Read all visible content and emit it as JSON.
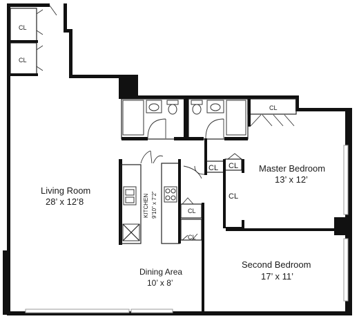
{
  "rooms": {
    "living_room": {
      "name": "Living Room",
      "size": "28’ x 12’8"
    },
    "kitchen": {
      "name": "KITCHEN",
      "size": "9’10” x 7’2”"
    },
    "master_bedroom": {
      "name": "Master Bedroom",
      "size": "13’ x 12’"
    },
    "second_bedroom": {
      "name": "Second Bedroom",
      "size": "17’ x 11’"
    },
    "dining_area": {
      "name": "Dining Area",
      "size": "10’ x 8’"
    }
  },
  "closets": {
    "cl_top_1": "CL",
    "cl_top_2": "CL",
    "cl_master_top": "CL",
    "cl_hall_1": "CL",
    "cl_hall_2": "CL",
    "cl_master_side": "CL",
    "cl_dining_1": "CL",
    "cl_dining_2": "CL"
  }
}
